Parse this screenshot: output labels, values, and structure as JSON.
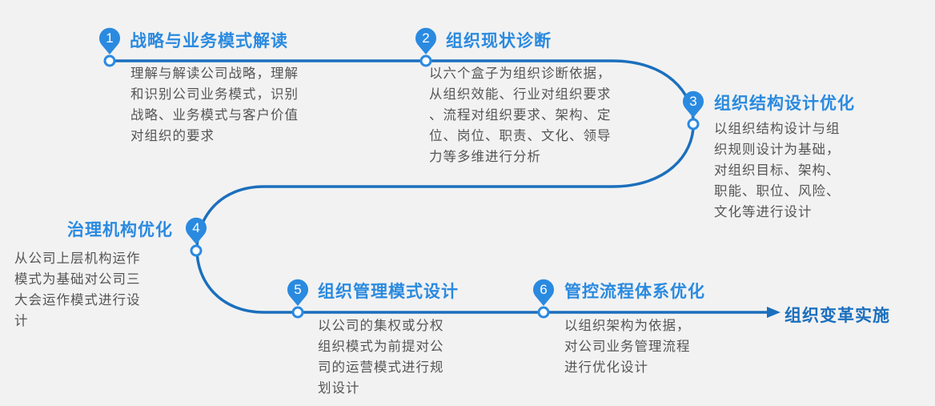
{
  "colors": {
    "line": "#1b6fbd",
    "accent": "#2a8ae0",
    "text": "#555555",
    "background": "#f2f2f2"
  },
  "steps": [
    {
      "number": "1",
      "title": "战略与业务模式解读",
      "desc": "理解与解读公司战略，理解\n和识别公司业务模式，识别\n战略、业务模式与客户价值\n对组织的要求"
    },
    {
      "number": "2",
      "title": "组织现状诊断",
      "desc": "以六个盒子为组织诊断依据，\n从组织效能、行业对组织要求\n、流程对组织要求、架构、定\n位、岗位、职责、文化、领导\n力等多维进行分析"
    },
    {
      "number": "3",
      "title": "组织结构设计优化",
      "desc": "以组织结构设计与组\n织规则设计为基础，\n对组织目标、架构、\n职能、职位、风险、\n文化等进行设计"
    },
    {
      "number": "4",
      "title": "治理机构优化",
      "desc": "从公司上层机构运作\n模式为基础对公司三\n大会运作模式进行设\n计"
    },
    {
      "number": "5",
      "title": "组织管理模式设计",
      "desc": "以公司的集权或分权\n组织模式为前提对公\n司的运营模式进行规\n划设计"
    },
    {
      "number": "6",
      "title": "管控流程体系优化",
      "desc": "以组织架构为依据，\n对公司业务管理流程\n进行优化设计"
    }
  ],
  "end_label": "组织变革实施"
}
